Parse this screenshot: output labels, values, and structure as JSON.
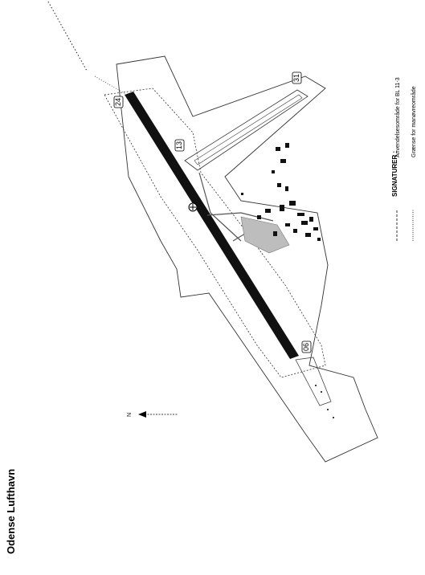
{
  "map": {
    "title": "Odense Lufthavn",
    "runway_designators": {
      "end_a": "24",
      "end_b": "06",
      "secondary": "31",
      "taxi_label": "13"
    },
    "north_label": "N",
    "legend": {
      "heading": "SIGNATURER :",
      "items": [
        {
          "text": "Anvendelsesområde for BL 11-3",
          "line_style": "dashed"
        },
        {
          "text": "Grænse for manøvreområde",
          "line_style": "dotted"
        }
      ]
    },
    "colors": {
      "runway": "#111111",
      "outline": "#333333",
      "background": "#ffffff"
    }
  }
}
